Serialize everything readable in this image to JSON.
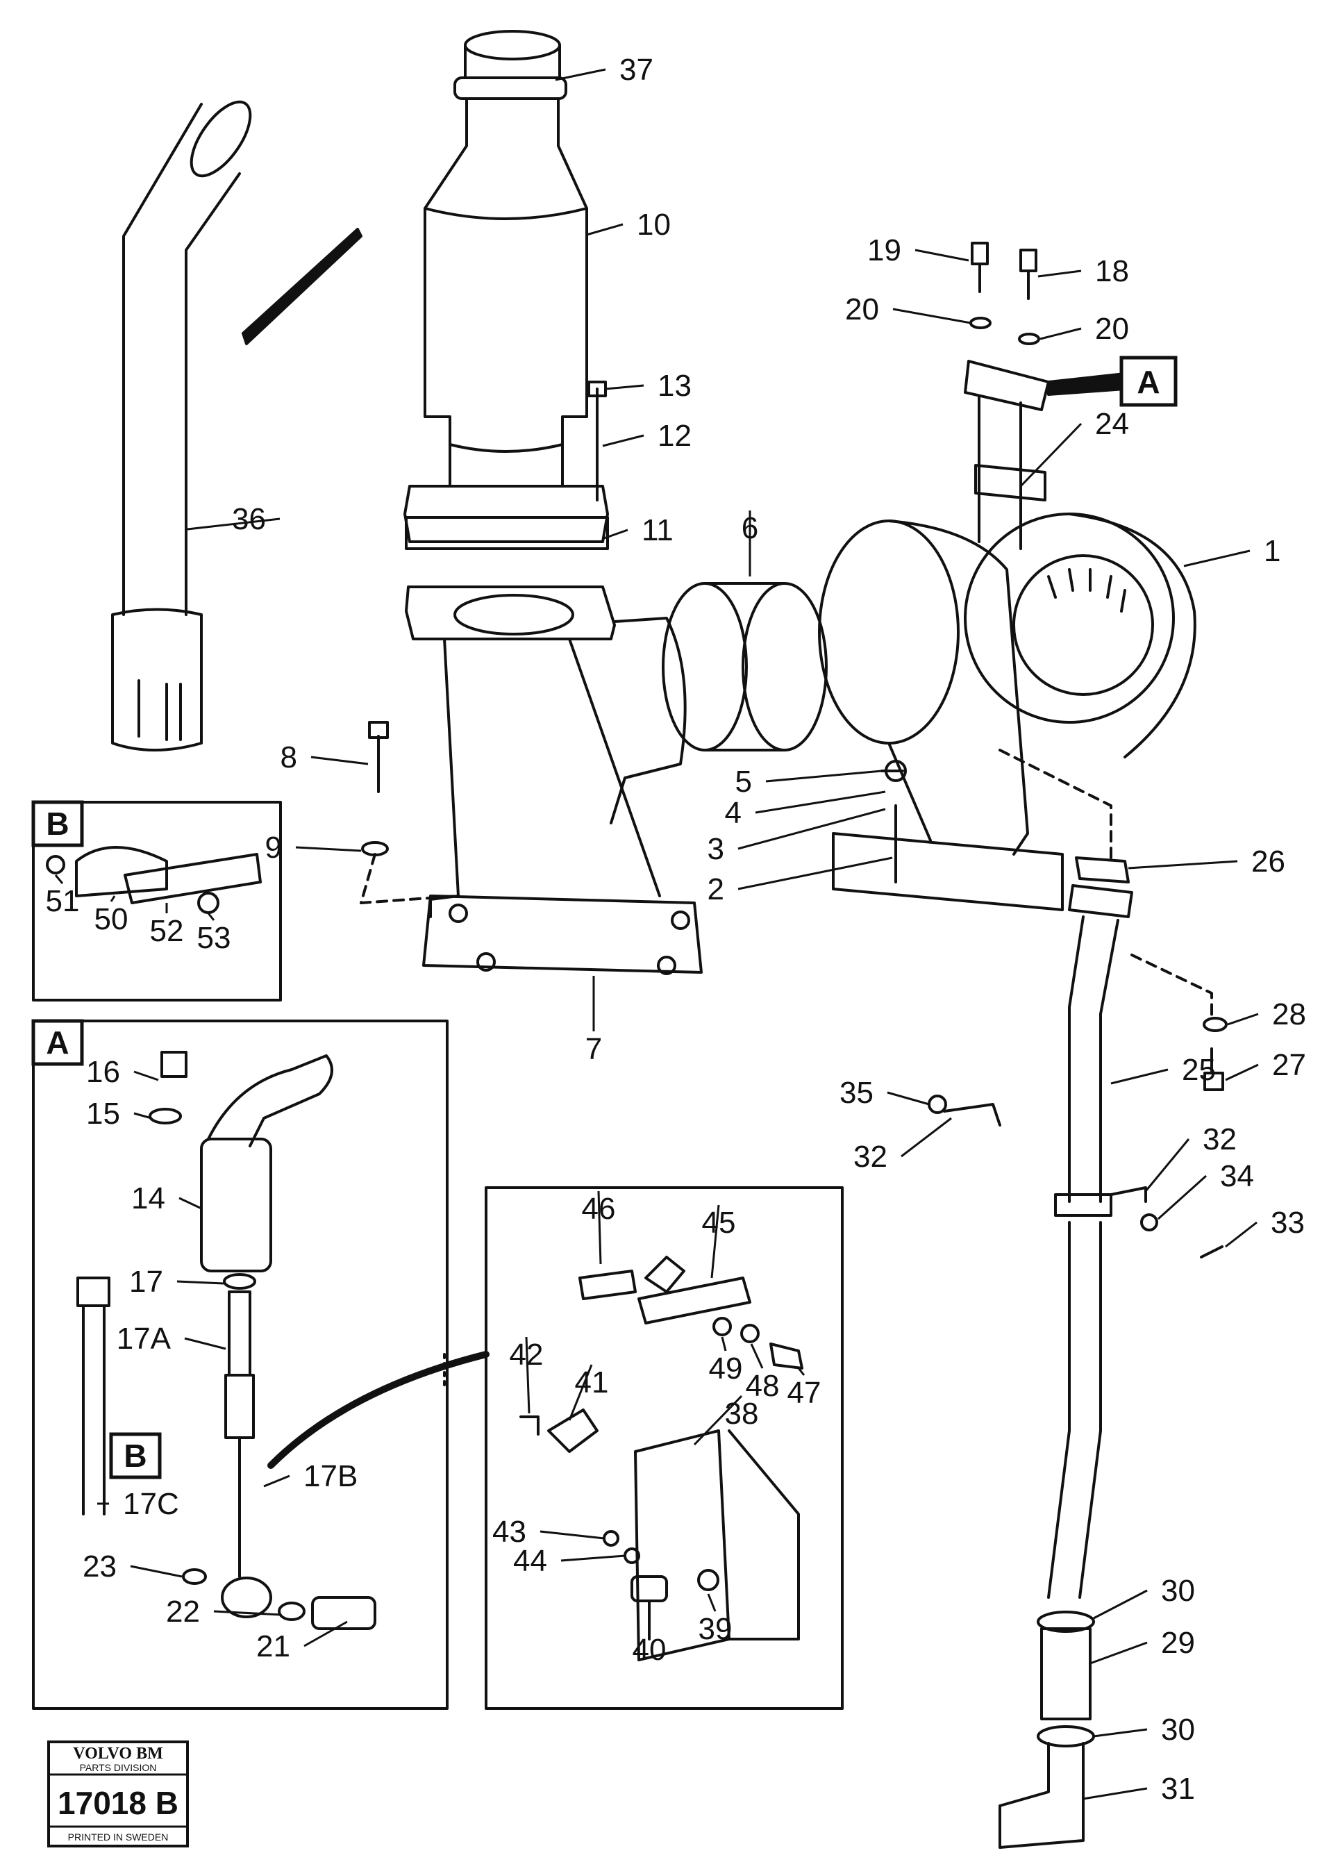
{
  "diagram": {
    "callouts": [
      {
        "id": "c37",
        "text": "37"
      },
      {
        "id": "c10",
        "text": "10"
      },
      {
        "id": "c36",
        "text": "36"
      },
      {
        "id": "c13",
        "text": "13"
      },
      {
        "id": "c12",
        "text": "12"
      },
      {
        "id": "c11",
        "text": "11"
      },
      {
        "id": "c6",
        "text": "6"
      },
      {
        "id": "c19",
        "text": "19"
      },
      {
        "id": "c18",
        "text": "18"
      },
      {
        "id": "c20a",
        "text": "20"
      },
      {
        "id": "c20b",
        "text": "20"
      },
      {
        "id": "c24",
        "text": "24"
      },
      {
        "id": "c1",
        "text": "1"
      },
      {
        "id": "c8",
        "text": "8"
      },
      {
        "id": "c9",
        "text": "9"
      },
      {
        "id": "c5",
        "text": "5"
      },
      {
        "id": "c4",
        "text": "4"
      },
      {
        "id": "c3",
        "text": "3"
      },
      {
        "id": "c2",
        "text": "2"
      },
      {
        "id": "c26",
        "text": "26"
      },
      {
        "id": "c7",
        "text": "7"
      },
      {
        "id": "c51",
        "text": "51"
      },
      {
        "id": "c50",
        "text": "50"
      },
      {
        "id": "c52",
        "text": "52"
      },
      {
        "id": "c53",
        "text": "53"
      },
      {
        "id": "c28",
        "text": "28"
      },
      {
        "id": "c27",
        "text": "27"
      },
      {
        "id": "c25",
        "text": "25"
      },
      {
        "id": "c35",
        "text": "35"
      },
      {
        "id": "c32a",
        "text": "32"
      },
      {
        "id": "c32b",
        "text": "32"
      },
      {
        "id": "c34",
        "text": "34"
      },
      {
        "id": "c33",
        "text": "33"
      },
      {
        "id": "c16",
        "text": "16"
      },
      {
        "id": "c15",
        "text": "15"
      },
      {
        "id": "c14",
        "text": "14"
      },
      {
        "id": "c17",
        "text": "17"
      },
      {
        "id": "c17A",
        "text": "17A"
      },
      {
        "id": "c17B",
        "text": "17B"
      },
      {
        "id": "c17C",
        "text": "17C"
      },
      {
        "id": "c23",
        "text": "23"
      },
      {
        "id": "c22",
        "text": "22"
      },
      {
        "id": "c21",
        "text": "21"
      },
      {
        "id": "c46",
        "text": "46"
      },
      {
        "id": "c45",
        "text": "45"
      },
      {
        "id": "c49",
        "text": "49"
      },
      {
        "id": "c48",
        "text": "48"
      },
      {
        "id": "c47",
        "text": "47"
      },
      {
        "id": "c42",
        "text": "42"
      },
      {
        "id": "c41",
        "text": "41"
      },
      {
        "id": "c38",
        "text": "38"
      },
      {
        "id": "c43",
        "text": "43"
      },
      {
        "id": "c44",
        "text": "44"
      },
      {
        "id": "c40",
        "text": "40"
      },
      {
        "id": "c39",
        "text": "39"
      },
      {
        "id": "c30a",
        "text": "30"
      },
      {
        "id": "c29",
        "text": "29"
      },
      {
        "id": "c30b",
        "text": "30"
      },
      {
        "id": "c31",
        "text": "31"
      }
    ],
    "detail_labels": {
      "ref_a_main": "A",
      "inset_b_title": "B",
      "inset_a_title": "A",
      "ref_b_inset_a": "B"
    },
    "stamp": {
      "brand": "VOLVO BM",
      "division": "PARTS DIVISION",
      "number": "17018 B",
      "printed": "PRINTED IN SWEDEN"
    }
  }
}
